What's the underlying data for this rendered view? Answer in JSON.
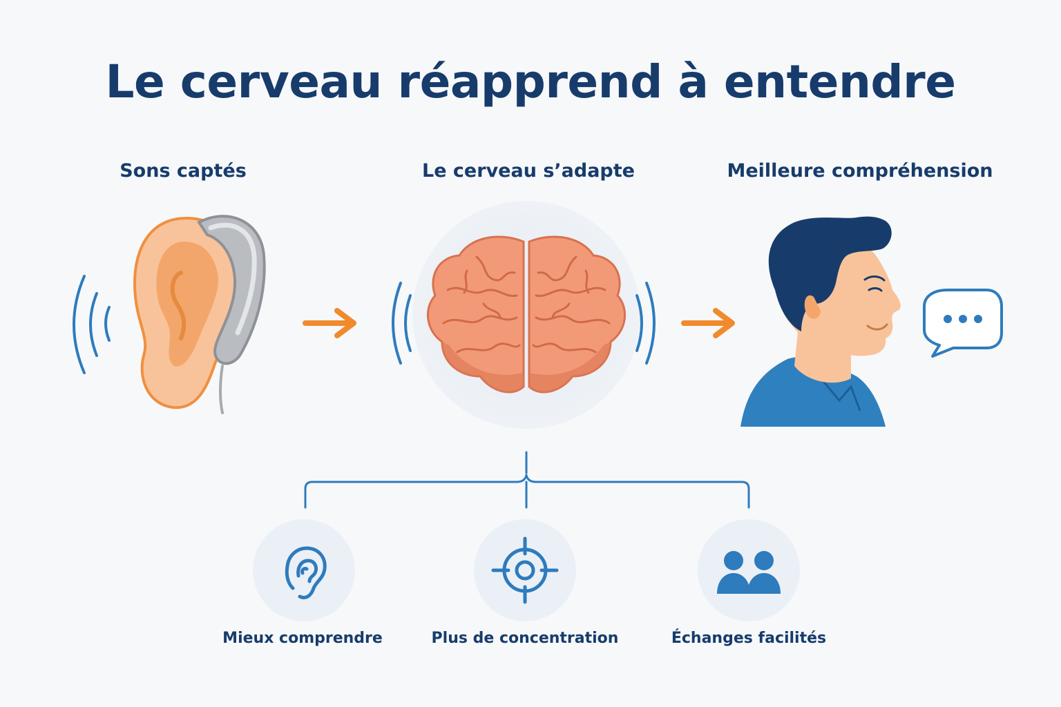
{
  "title": "Le cerveau réapprend à entendre",
  "steps": [
    {
      "label": "Sons captés",
      "icon": "ear-with-hearing-aid-icon"
    },
    {
      "label": "Le cerveau s’adapte",
      "icon": "brain-icon"
    },
    {
      "label": "Meilleure compréhension",
      "icon": "person-profile-icon"
    }
  ],
  "benefits": [
    {
      "label": "Mieux comprendre",
      "icon": "ear-icon"
    },
    {
      "label": "Plus de concentration",
      "icon": "target-icon"
    },
    {
      "label": "Échanges facilités",
      "icon": "people-icon"
    }
  ],
  "colors": {
    "title": "#173c6b",
    "accent_blue": "#2e7bbd",
    "arrow_orange": "#f08a2c",
    "skin": "#f8c39a",
    "brain": "#f29a78",
    "circle_bg": "#ebf0f6"
  }
}
